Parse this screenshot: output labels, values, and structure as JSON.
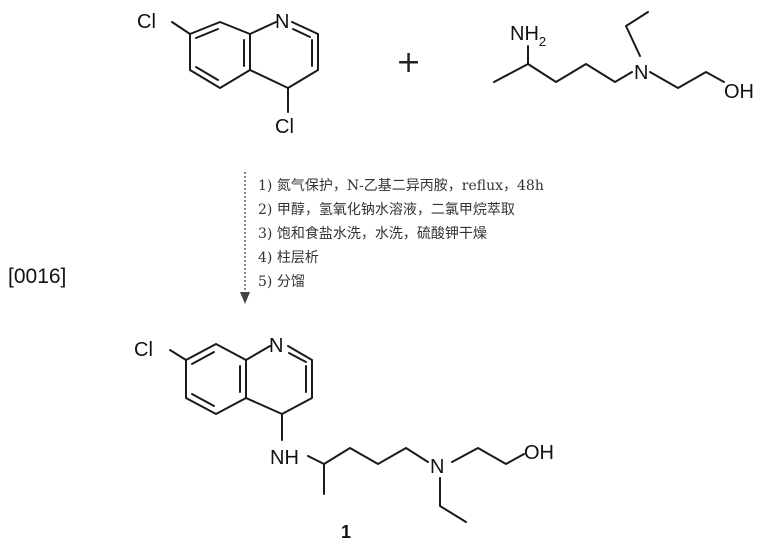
{
  "paragraph_label": "[0016]",
  "reactant1": {
    "cl_top": "Cl",
    "cl_bottom": "Cl",
    "n": "N"
  },
  "plus": "+",
  "reactant2": {
    "nh2": "NH",
    "nh2_sub": "2",
    "n": "N",
    "oh": "OH"
  },
  "steps": [
    "1) 氮气保护，N-乙基二异丙胺，reflux，48h",
    "2) 甲醇，氢氧化钠水溶液，二氯甲烷萃取",
    "3) 饱和食盐水洗，水洗，硫酸钾干燥",
    "4) 柱层析",
    "5) 分馏"
  ],
  "product": {
    "cl": "Cl",
    "n_ring": "N",
    "nh": "NH",
    "n_amine": "N",
    "oh": "OH",
    "compound_number": "1"
  }
}
